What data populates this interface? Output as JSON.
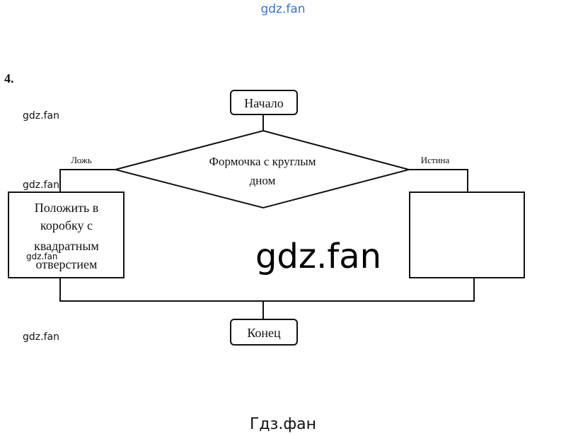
{
  "watermarks": {
    "top": "gdz.fan",
    "small": [
      "gdz.fan",
      "gdz.fan",
      "gdz.fan",
      "gdz.fan"
    ],
    "center": "gdz.fan",
    "bottom": "Гдз.фан"
  },
  "task_number": "4.",
  "flowchart": {
    "start": "Начало",
    "condition_line1": "Формочка с круглым",
    "condition_line2": "дном",
    "false_label": "Ложь",
    "true_label": "Истина",
    "false_action": [
      "Положить в",
      "коробку с",
      "квадратным",
      "отверстием"
    ],
    "true_action": "",
    "end": "Конец"
  },
  "colors": {
    "watermark_top": "#3a6fd8",
    "line": "#111111"
  }
}
